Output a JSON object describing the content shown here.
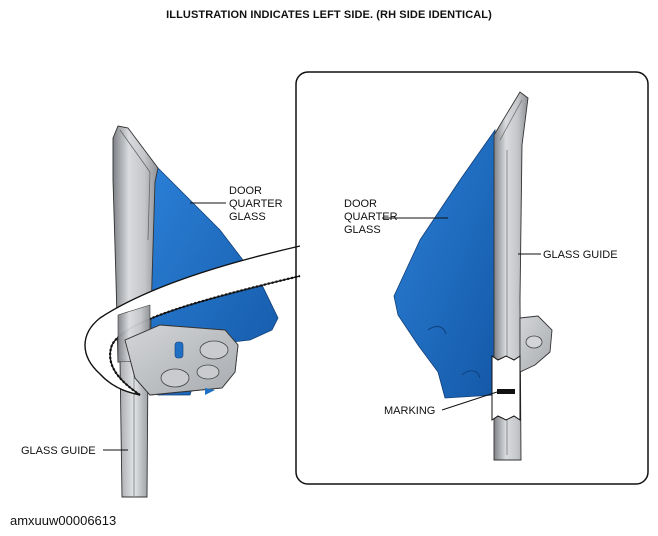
{
  "header": {
    "title": "ILLUSTRATION INDICATES LEFT SIDE. (RH SIDE IDENTICAL)"
  },
  "left_view": {
    "door_quarter_glass_label": [
      "DOOR",
      "QUARTER",
      "GLASS"
    ],
    "glass_guide_label": "GLASS GUIDE"
  },
  "detail_view": {
    "door_quarter_glass_label": [
      "DOOR",
      "QUARTER",
      "GLASS"
    ],
    "glass_guide_label": "GLASS GUIDE",
    "marking_label": "MARKING"
  },
  "footer": {
    "image_code": "amxuuw00006613"
  },
  "colors": {
    "glass_blue": "#1f6fc4",
    "guide_gray": "#b9bcc0",
    "outline": "#222222"
  }
}
